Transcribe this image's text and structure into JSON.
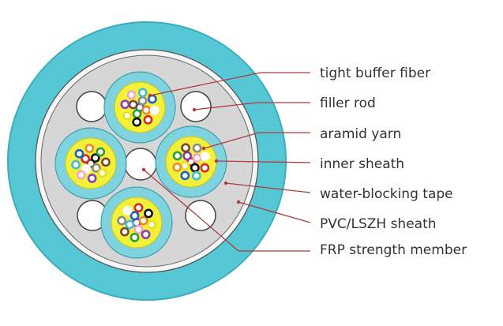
{
  "colors": {
    "outer_sheath": "#56c7d5",
    "outer_sheath_edge": "#3aaebd",
    "water_blocking_tape": "#f6f6f6",
    "core_fill": "#d6d6d6",
    "unit_sheath": "#7fd3de",
    "aramid_yarn": "#f3f03a",
    "filler": "#ffffff",
    "leader": "#b23a3a",
    "text": "#333333"
  },
  "labels": [
    {
      "id": "tight-buffer-fiber",
      "text": "tight buffer fiber"
    },
    {
      "id": "filler-rod",
      "text": "filler rod"
    },
    {
      "id": "aramid-yarn",
      "text": "aramid yarn"
    },
    {
      "id": "inner-sheath",
      "text": "inner sheath"
    },
    {
      "id": "water-blocking-tape",
      "text": "water-blocking tape"
    },
    {
      "id": "pvc-lszh-sheath",
      "text": "PVC/LSZH sheath"
    },
    {
      "id": "frp-strength-member",
      "text": "FRP strength member"
    }
  ],
  "fiber_colors": [
    "#1a5fd0",
    "#f08a1c",
    "#2e9e3a",
    "#7a4a22",
    "#8a8a8a",
    "#ffffff",
    "#d42a2a",
    "#111111",
    "#e8e01a",
    "#8a3fb5",
    "#f2a7c4",
    "#3fc0d8"
  ]
}
